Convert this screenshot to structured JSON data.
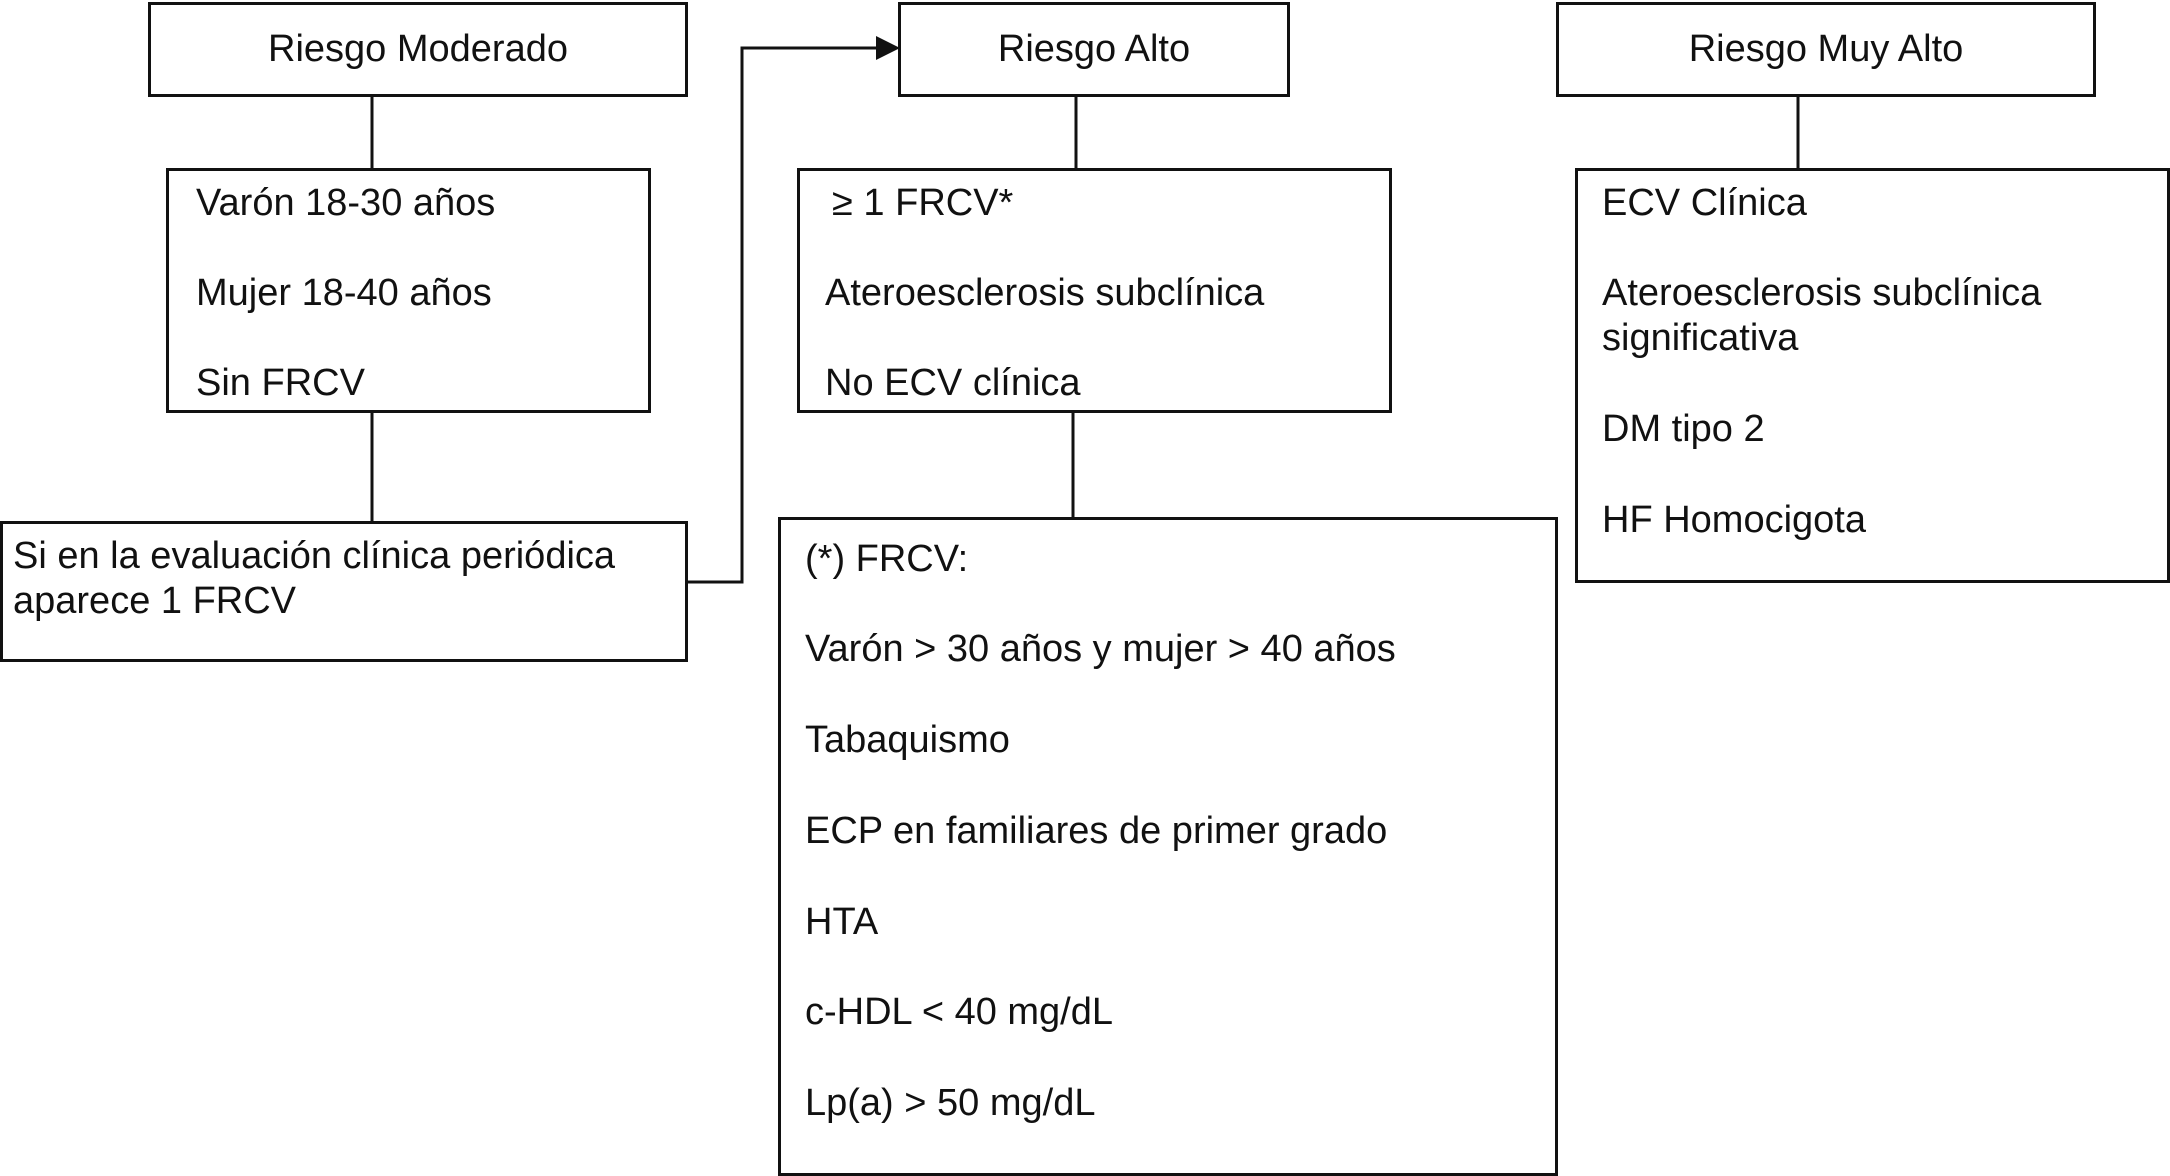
{
  "headers": {
    "moderado": "Riesgo Moderado",
    "alto": "Riesgo Alto",
    "muy_alto": "Riesgo Muy Alto"
  },
  "moderado_criteria": [
    "Varón 18-30 años",
    "Mujer 18-40 años",
    "Sin FRCV"
  ],
  "evaluacion_note": [
    "Si en la evaluación clínica periódica",
    "aparece 1 FRCV"
  ],
  "alto_criteria": [
    "≥ 1 FRCV*",
    "Ateroesclerosis subclínica",
    "No ECV clínica"
  ],
  "frcv_definition": {
    "title": "(*) FRCV:",
    "items": [
      "Varón > 30 años y mujer > 40 años",
      "Tabaquismo",
      "ECP en familiares de primer grado",
      "HTA",
      "c-HDL < 40 mg/dL",
      "Lp(a) > 50 mg/dL"
    ]
  },
  "muy_alto_criteria": [
    "ECV Clínica",
    "Ateroesclerosis subclínica",
    "significativa",
    "DM tipo 2",
    "HF Homocigota"
  ],
  "colors": {
    "line": "#111111",
    "background": "#ffffff"
  }
}
